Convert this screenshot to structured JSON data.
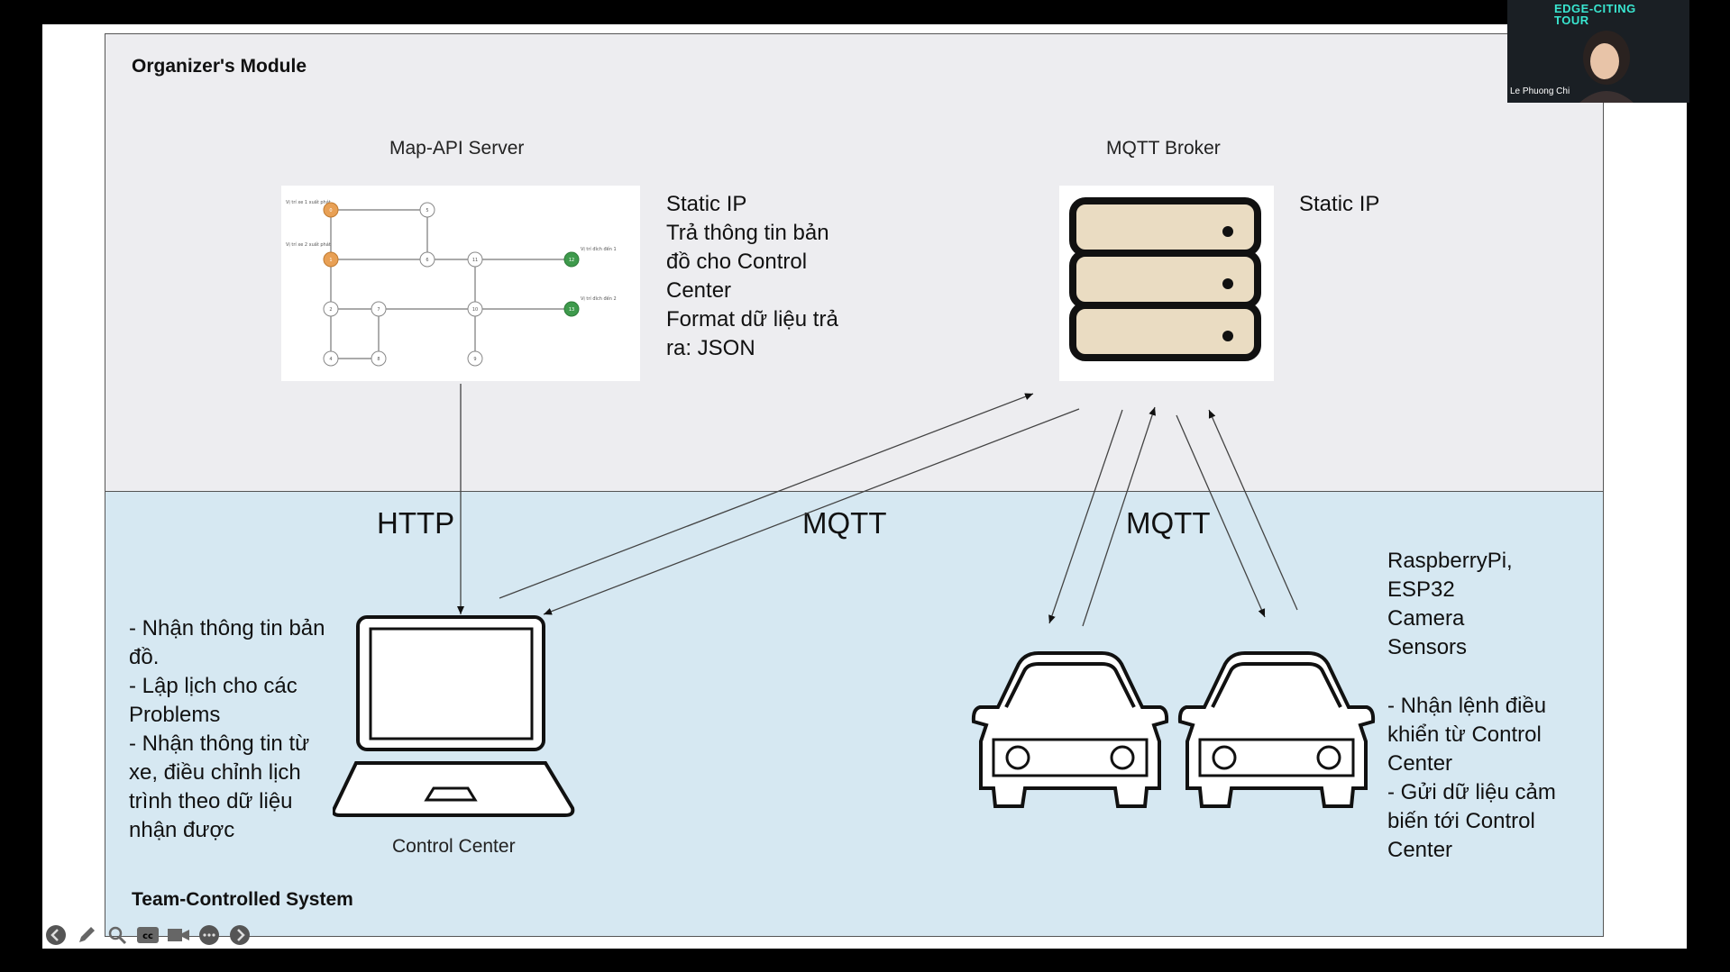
{
  "organizer": {
    "title": "Organizer's Module",
    "map_server_label": "Map-API Server",
    "broker_label": "MQTT Broker",
    "map_server_info": [
      "Static IP",
      "Trả thông tin bản",
      "đồ cho Control",
      "Center",
      "Format dữ liệu trả",
      "ra: JSON"
    ],
    "broker_info": "Static IP"
  },
  "map": {
    "start_labels": [
      "Vị trí xe 1 xuất phát",
      "Vị trí xe 2 xuất phát"
    ],
    "dest_labels": [
      "Vị trí đích đến 1",
      "Vị trí đích đến 2"
    ],
    "node_ids": [
      "0",
      "5",
      "1",
      "6",
      "11",
      "12",
      "2",
      "7",
      "10",
      "13",
      "4",
      "8",
      "9"
    ],
    "colors": {
      "start": "#e8a055",
      "dest": "#3e9a4c"
    }
  },
  "protocols": {
    "http": "HTTP",
    "mqtt_left": "MQTT",
    "mqtt_right": "MQTT"
  },
  "control_center": {
    "label": "Control Center",
    "tasks": [
      "- Nhận thông tin bản",
      "đồ.",
      "- Lập lịch cho các",
      "Problems",
      "- Nhận thông tin từ",
      "xe, điều chỉnh lịch",
      "trình theo dữ liệu",
      "nhận được"
    ]
  },
  "vehicles": {
    "hardware": [
      "RaspberryPi,",
      "ESP32",
      "Camera",
      "Sensors"
    ],
    "tasks": [
      "- Nhận lệnh điều",
      "khiển từ Control",
      "Center",
      "- Gửi dữ liệu cảm",
      "biến tới Control",
      "Center"
    ]
  },
  "team": {
    "title": "Team-Controlled System"
  },
  "webcam": {
    "presenter_name": "Le Phuong Chi",
    "logo_line1": "EDGE-CITING",
    "logo_line2": "TOUR"
  },
  "toolbar": {
    "icons": [
      "back-arrow-icon",
      "pen-icon",
      "zoom-icon",
      "captions-icon",
      "camera-icon",
      "more-icon",
      "forward-arrow-icon"
    ]
  },
  "colors": {
    "top_panel": "#ededf0",
    "bottom_panel": "#d6e8f2",
    "server_beige": "#eadcc2"
  }
}
